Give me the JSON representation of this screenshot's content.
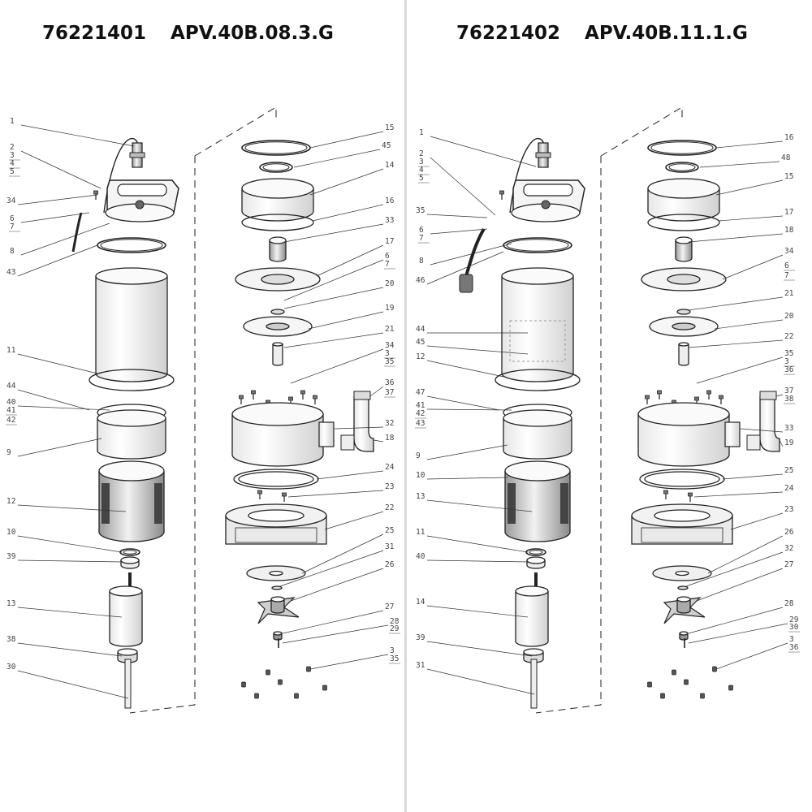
{
  "panels": [
    {
      "code": "76221401",
      "model": "APV.40B.08.3.G",
      "labels": [
        "1",
        "2",
        "3",
        "4",
        "5",
        "34",
        "6",
        "7",
        "8",
        "43",
        "11",
        "44",
        "40",
        "41",
        "42",
        "9",
        "12",
        "10",
        "39",
        "13",
        "38",
        "30",
        "15",
        "45",
        "14",
        "16",
        "33",
        "17",
        "6",
        "7",
        "20",
        "19",
        "21",
        "34",
        "3",
        "35",
        "36",
        "37",
        "32",
        "18",
        "24",
        "23",
        "22",
        "25",
        "31",
        "26",
        "27",
        "28",
        "29",
        "3",
        "35"
      ]
    },
    {
      "code": "76221402",
      "model": "APV.40B.11.1.G",
      "labels": [
        "1",
        "2",
        "3",
        "4",
        "5",
        "35",
        "6",
        "7",
        "8",
        "46",
        "44",
        "45",
        "12",
        "47",
        "41",
        "42",
        "43",
        "9",
        "10",
        "13",
        "11",
        "40",
        "14",
        "39",
        "31",
        "16",
        "48",
        "15",
        "17",
        "18",
        "34",
        "6",
        "7",
        "21",
        "20",
        "22",
        "35",
        "3",
        "36",
        "37",
        "38",
        "33",
        "19",
        "25",
        "24",
        "23",
        "26",
        "32",
        "27",
        "28",
        "29",
        "30",
        "3",
        "36"
      ]
    }
  ]
}
